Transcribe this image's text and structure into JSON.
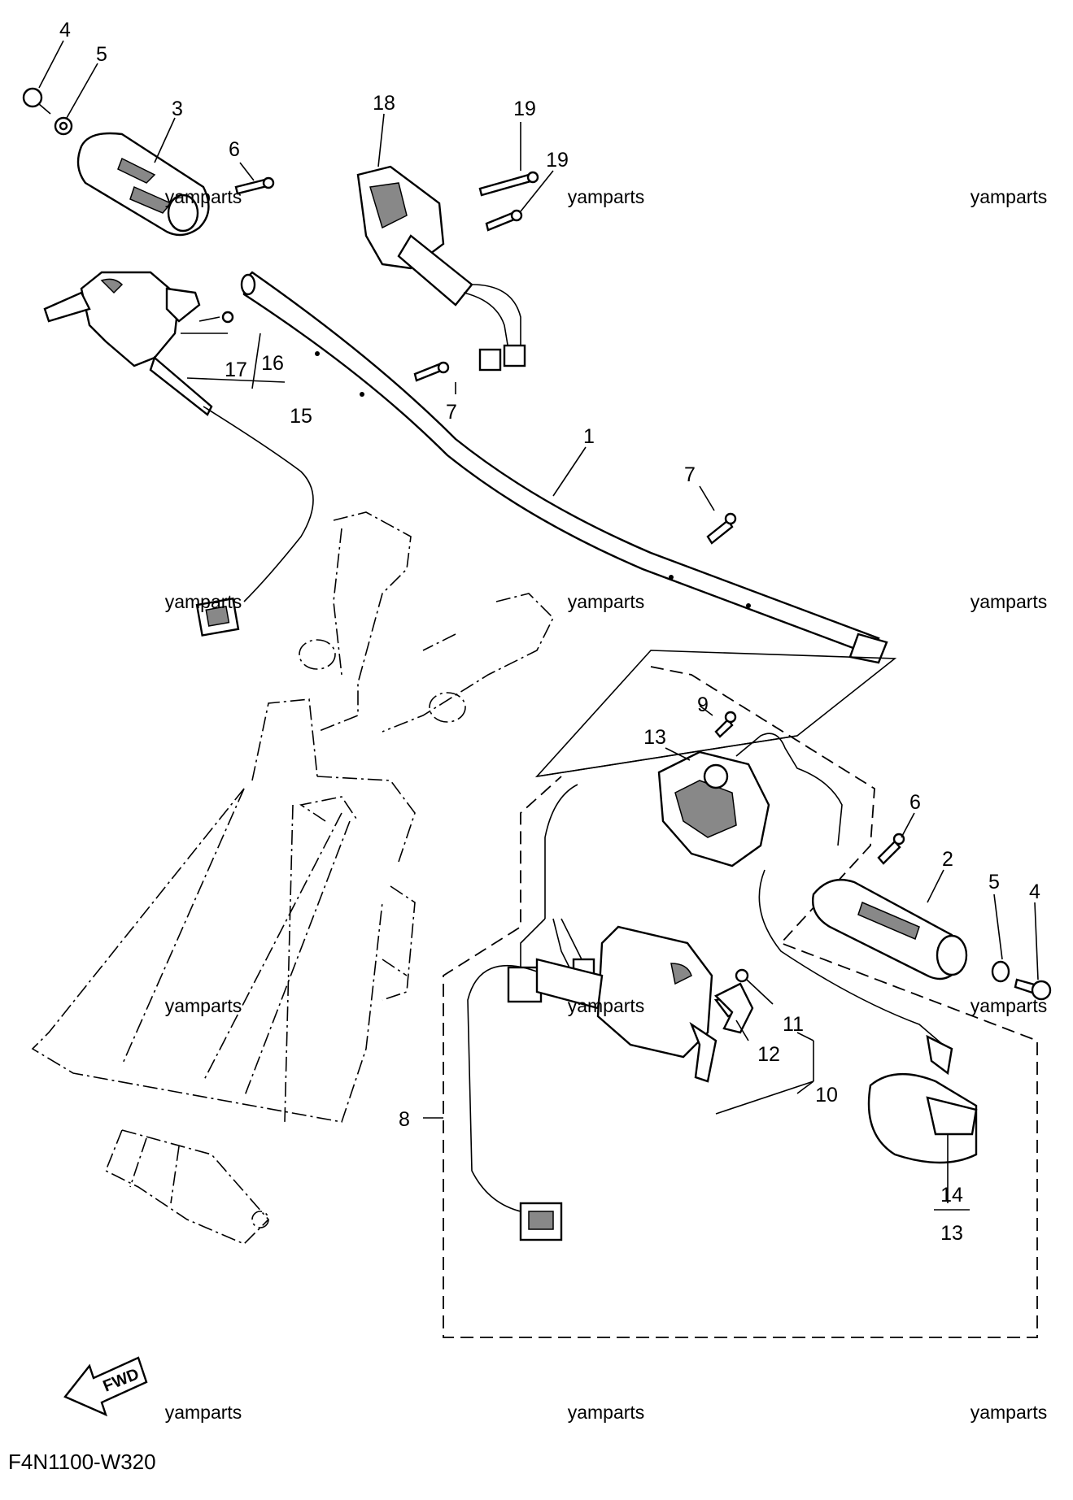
{
  "diagram_code": "F4N1100-W320",
  "fwd_label": "FWD",
  "watermark": "yamparts",
  "callouts": [
    {
      "id": "c1",
      "label": "1"
    },
    {
      "id": "c2",
      "label": "2"
    },
    {
      "id": "c3",
      "label": "3"
    },
    {
      "id": "c4a",
      "label": "4"
    },
    {
      "id": "c4b",
      "label": "4"
    },
    {
      "id": "c5a",
      "label": "5"
    },
    {
      "id": "c5b",
      "label": "5"
    },
    {
      "id": "c6a",
      "label": "6"
    },
    {
      "id": "c6b",
      "label": "6"
    },
    {
      "id": "c7a",
      "label": "7"
    },
    {
      "id": "c7b",
      "label": "7"
    },
    {
      "id": "c8",
      "label": "8"
    },
    {
      "id": "c9",
      "label": "9"
    },
    {
      "id": "c10",
      "label": "10"
    },
    {
      "id": "c11",
      "label": "11"
    },
    {
      "id": "c12",
      "label": "12"
    },
    {
      "id": "c13a",
      "label": "13"
    },
    {
      "id": "c13b",
      "label": "13"
    },
    {
      "id": "c14",
      "label": "14"
    },
    {
      "id": "c15",
      "label": "15"
    },
    {
      "id": "c16",
      "label": "16"
    },
    {
      "id": "c17",
      "label": "17"
    },
    {
      "id": "c18",
      "label": "18"
    },
    {
      "id": "c19a",
      "label": "19"
    },
    {
      "id": "c19b",
      "label": "19"
    }
  ]
}
